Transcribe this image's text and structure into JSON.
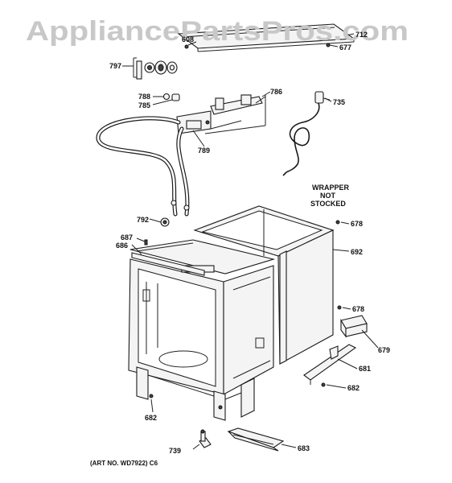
{
  "watermark": "AppliancePartsPros.com",
  "wrapper_note": [
    "WRAPPER",
    "NOT",
    "STOCKED"
  ],
  "art_number": "(ART NO. WD7922) C6",
  "parts": [
    {
      "id": "p608",
      "label": "608"
    },
    {
      "id": "p712",
      "label": "712"
    },
    {
      "id": "p677",
      "label": "677"
    },
    {
      "id": "p797",
      "label": "797"
    },
    {
      "id": "p788",
      "label": "788"
    },
    {
      "id": "p785",
      "label": "785"
    },
    {
      "id": "p786",
      "label": "786"
    },
    {
      "id": "p735",
      "label": "735"
    },
    {
      "id": "p789",
      "label": "789"
    },
    {
      "id": "p792",
      "label": "792"
    },
    {
      "id": "p687",
      "label": "687"
    },
    {
      "id": "p686",
      "label": "686"
    },
    {
      "id": "p678a",
      "label": "678"
    },
    {
      "id": "p692",
      "label": "692"
    },
    {
      "id": "p678b",
      "label": "678"
    },
    {
      "id": "p679",
      "label": "679"
    },
    {
      "id": "p681",
      "label": "681"
    },
    {
      "id": "p682a",
      "label": "682"
    },
    {
      "id": "p682b",
      "label": "682"
    },
    {
      "id": "p739",
      "label": "739"
    },
    {
      "id": "p683",
      "label": "683"
    }
  ]
}
